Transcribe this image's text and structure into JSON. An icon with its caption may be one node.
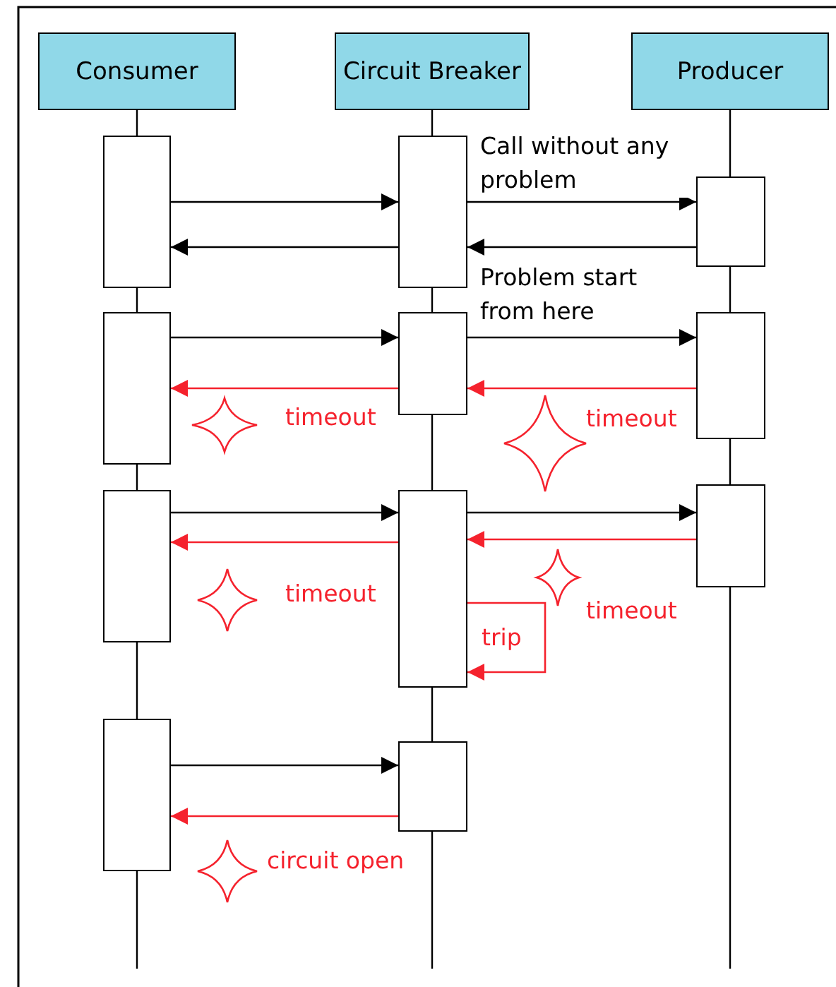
{
  "diagram": {
    "nodes": [
      {
        "text": [
          "Consumer"
        ]
      },
      {
        "text": [
          "Circuit Breaker"
        ]
      },
      {
        "text": [
          "Producer"
        ]
      },
      {
        "text": [],
        "shape": "box"
      },
      {
        "text": [],
        "shape": "box"
      },
      {
        "text": [],
        "shape": "box"
      },
      {
        "text": [],
        "shape": "box"
      },
      {
        "text": [],
        "shape": "box"
      },
      {
        "text": [],
        "shape": "box"
      },
      {
        "text": [],
        "shape": "box"
      },
      {
        "text": [],
        "shape": "box"
      },
      {
        "text": [],
        "shape": "box"
      },
      {
        "text": [],
        "shape": "box"
      },
      {
        "text": [],
        "shape": "box"
      }
    ],
    "edges": [
      {
        "from": 3,
        "to": 4,
        "arrow": "to"
      },
      {
        "from": 4,
        "to": 5,
        "arrow": "to",
        "label": "Call without any problem"
      },
      {
        "from": 5,
        "to": 4,
        "arrow": "to"
      },
      {
        "from": 4,
        "to": 3,
        "arrow": "to"
      },
      {
        "from": 6,
        "to": 7,
        "arrow": "to"
      },
      {
        "from": 7,
        "to": 8,
        "arrow": "to",
        "label": "Problem start from here"
      },
      {
        "from": 8,
        "to": 7,
        "arrow": "to",
        "color": "#f5222d"
      },
      {
        "from": 7,
        "to": 6,
        "arrow": "to",
        "color": "#f5222d"
      },
      {
        "from": 9,
        "to": 10,
        "arrow": "to"
      },
      {
        "from": 10,
        "to": 11,
        "arrow": "to"
      },
      {
        "from": 11,
        "to": 10,
        "arrow": "to",
        "color": "#f5222d"
      },
      {
        "from": 10,
        "to": 9,
        "arrow": "to",
        "color": "#f5222d"
      },
      {
        "from": 10,
        "to": 10,
        "arrow": "to",
        "label": "trip",
        "color": "#f5222d"
      },
      {
        "from": 12,
        "to": 13,
        "arrow": "to"
      },
      {
        "from": 13,
        "to": 12,
        "arrow": "to",
        "color": "#f5222d"
      }
    ],
    "labels": [
      "timeout",
      "timeout",
      "timeout",
      "timeout",
      "circuit open"
    ]
  }
}
